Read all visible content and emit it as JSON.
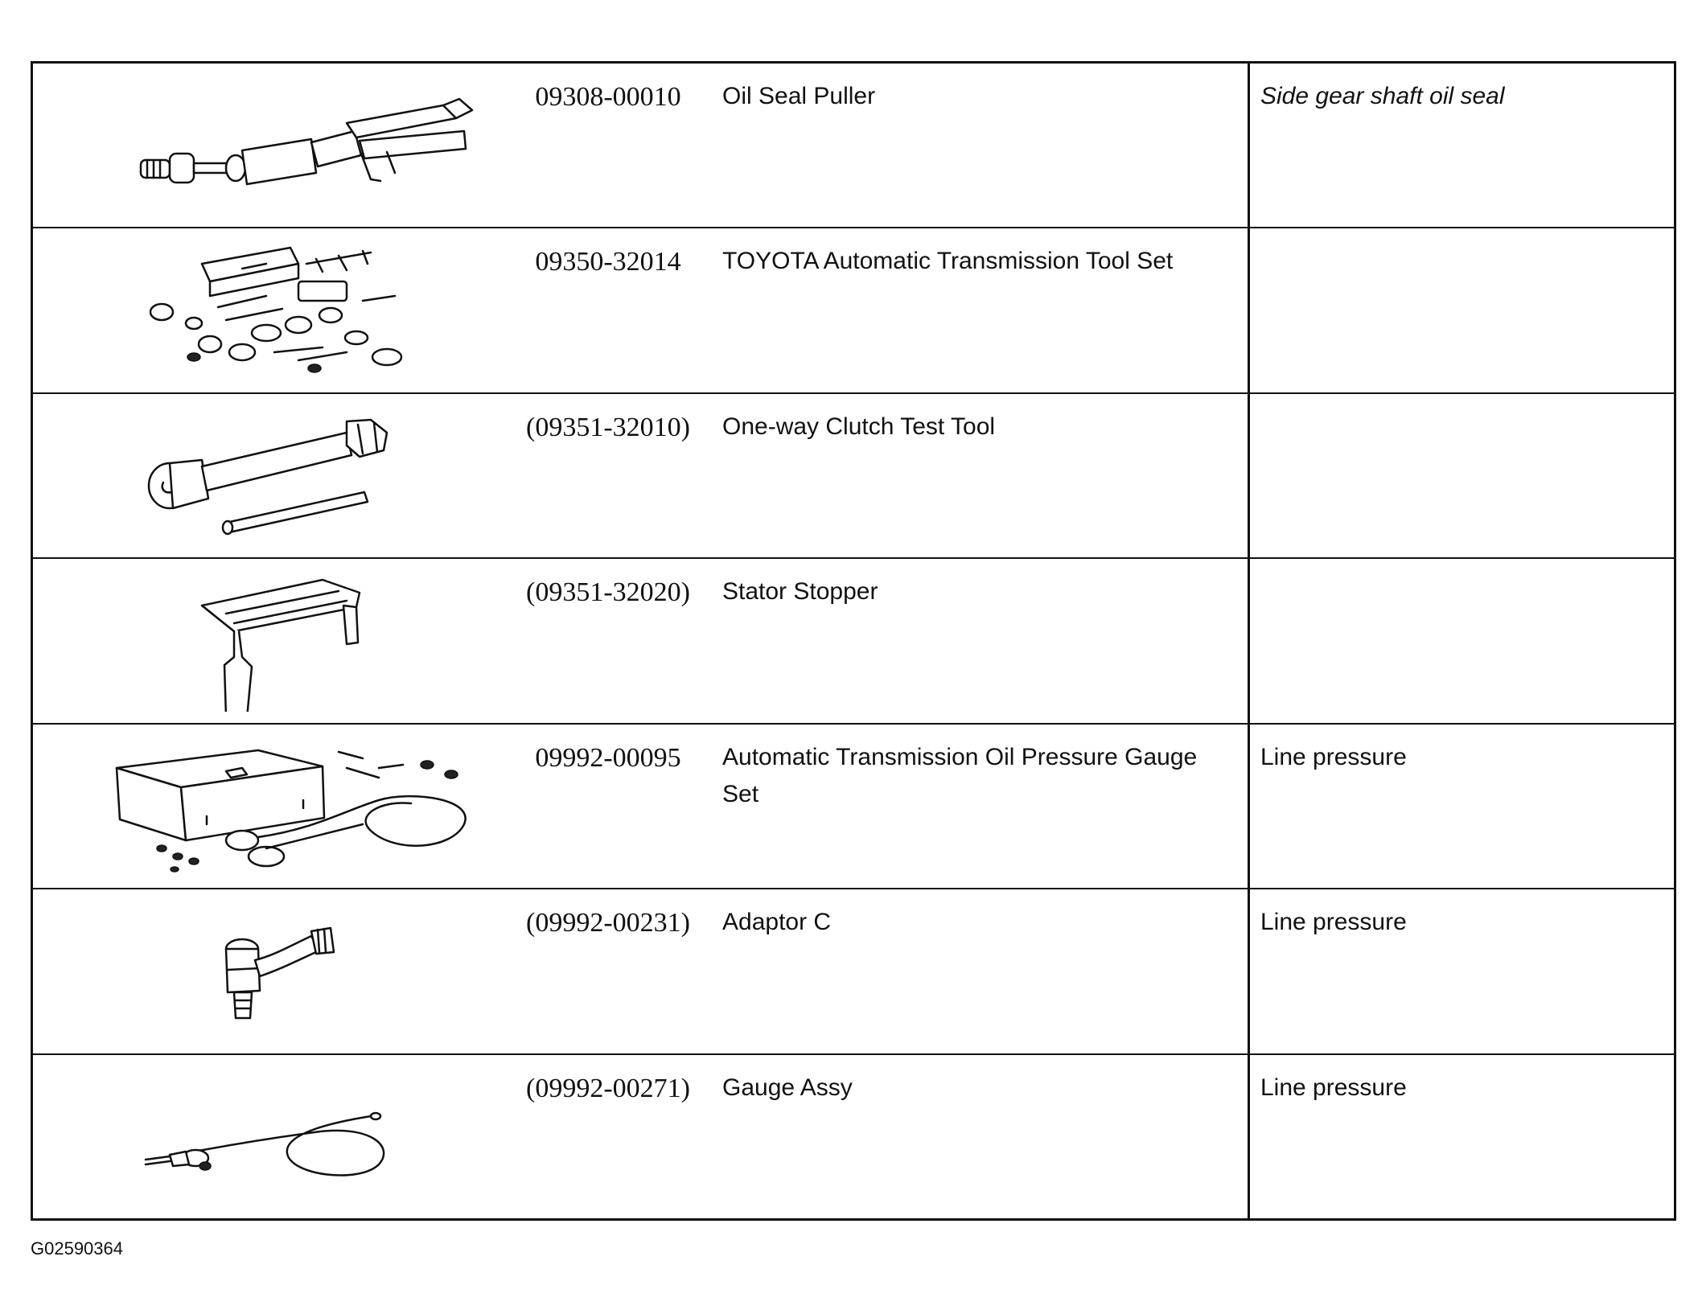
{
  "rows": [
    {
      "part_number": "09308-00010",
      "tool_name": "Oil Seal Puller",
      "note": "Side gear shaft oil seal",
      "illustration_icon": "oil-seal-puller-icon"
    },
    {
      "part_number": "09350-32014",
      "tool_name": "TOYOTA Automatic Transmission Tool Set",
      "note": "",
      "illustration_icon": "tool-set-icon"
    },
    {
      "part_number": "(09351-32010)",
      "tool_name": "One-way Clutch Test Tool",
      "note": "",
      "illustration_icon": "clutch-test-tool-icon"
    },
    {
      "part_number": "(09351-32020)",
      "tool_name": "Stator Stopper",
      "note": "",
      "illustration_icon": "stator-stopper-icon"
    },
    {
      "part_number": "09992-00095",
      "tool_name": "Automatic Transmission Oil Pressure Gauge Set",
      "note": "Line pressure",
      "illustration_icon": "gauge-set-icon"
    },
    {
      "part_number": "(09992-00231)",
      "tool_name": "Adaptor C",
      "note": "Line pressure",
      "illustration_icon": "adaptor-icon"
    },
    {
      "part_number": "(09992-00271)",
      "tool_name": "Gauge Assy",
      "note": "Line pressure",
      "illustration_icon": "gauge-assy-icon"
    }
  ],
  "figure_code": "G02590364"
}
